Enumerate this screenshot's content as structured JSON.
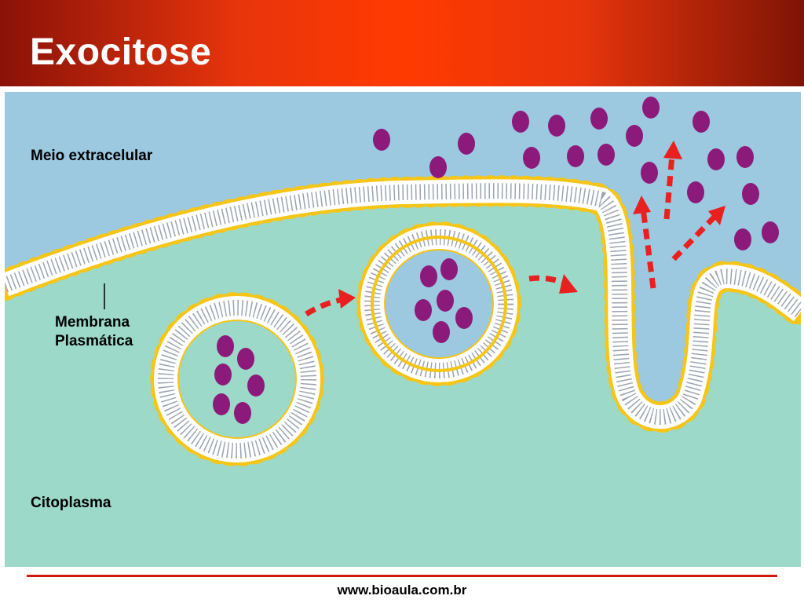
{
  "slide": {
    "title": "Exocitose",
    "footer_url": "www.bioaula.com.br"
  },
  "diagram": {
    "labels": {
      "extracellular": "Meio extracelular",
      "membrane_line1": "Membrana",
      "membrane_line2": "Plasmática",
      "cytoplasm": "Citoplasma"
    },
    "colors": {
      "extracellular": "#9cc8e0",
      "cytoplasm": "#9cd9c8",
      "lipid_head": "#f5c518",
      "lipid_head_edge": "#d6a20a",
      "molecule": "#8c1a7a",
      "arrow": "#e82020",
      "header_red": "#ff3a00",
      "footer_line": "#d4180d"
    },
    "icons": [
      "vesicle",
      "secretory-molecule",
      "motion-arrow",
      "membrane-bilayer"
    ]
  }
}
